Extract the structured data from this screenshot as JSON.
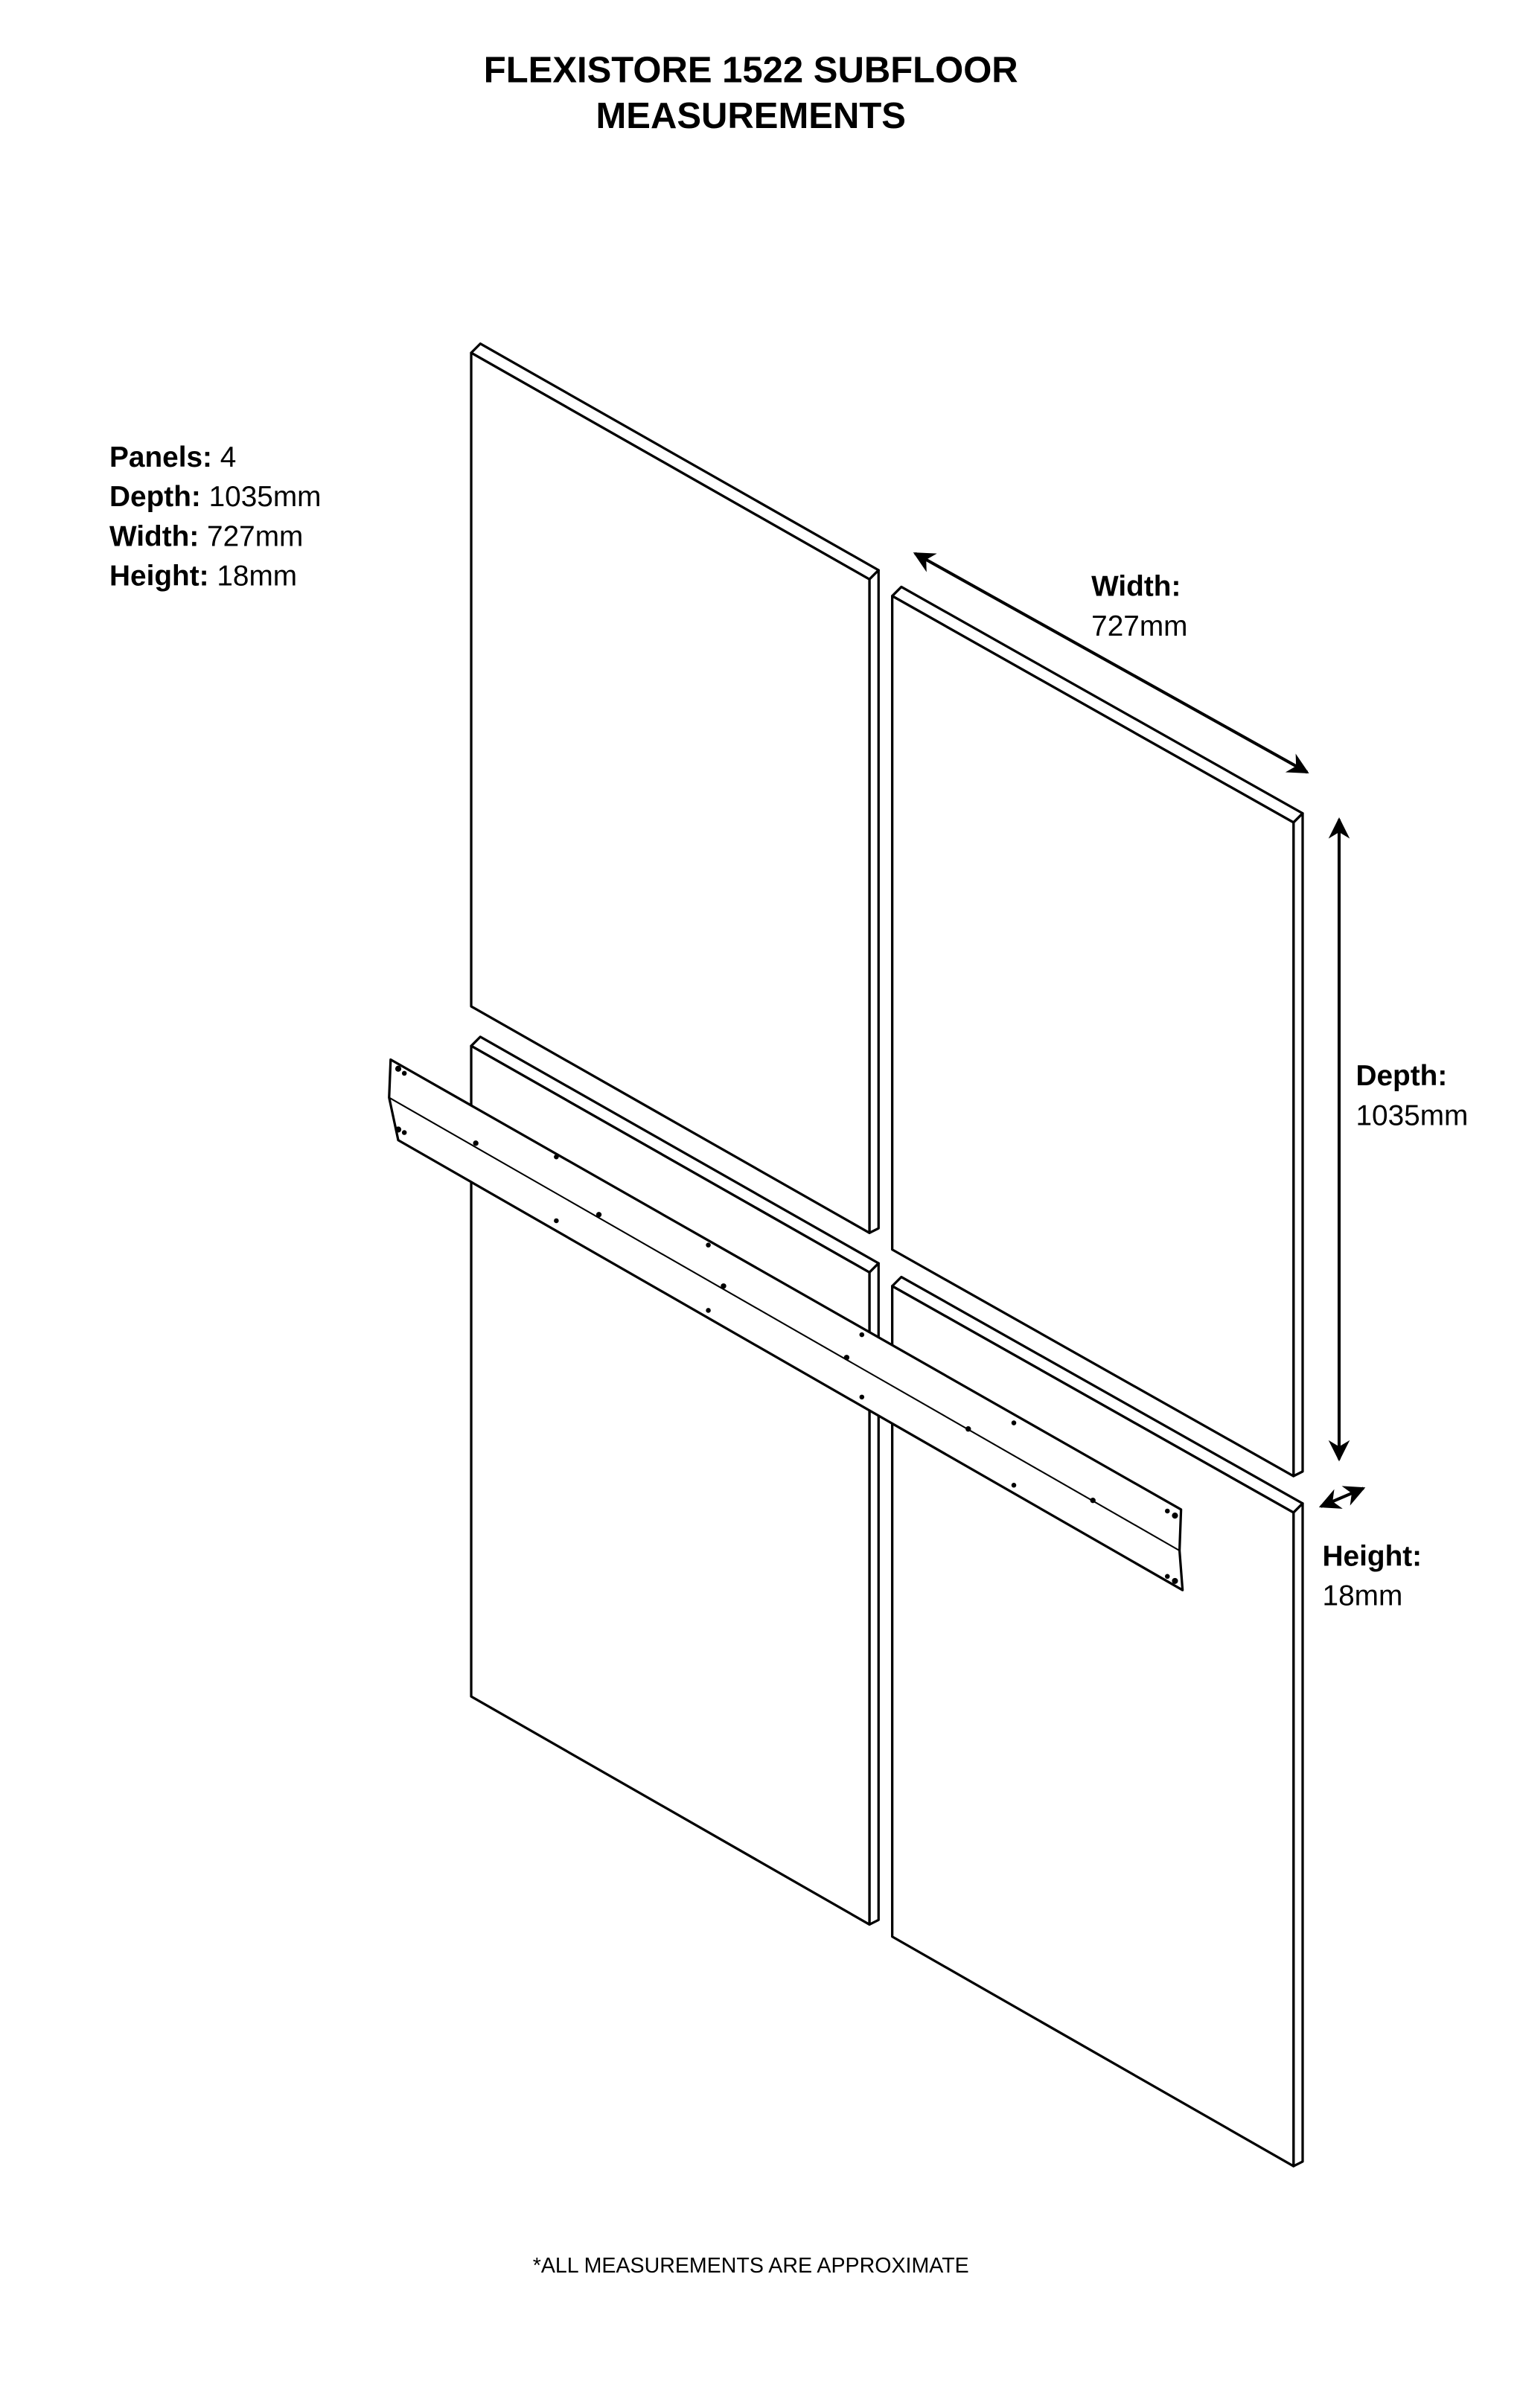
{
  "title": {
    "line1": "FLEXISTORE 1522 SUBFLOOR",
    "line2": "MEASUREMENTS"
  },
  "specs": [
    {
      "label": "Panels:",
      "value": " 4"
    },
    {
      "label": "Depth:",
      "value": " 1035mm"
    },
    {
      "label": "Width:",
      "value": " 727mm"
    },
    {
      "label": "Height:",
      "value": " 18mm"
    }
  ],
  "dimensions": {
    "width": {
      "label": "Width:",
      "value": "727mm"
    },
    "depth": {
      "label": "Depth:",
      "value": "1035mm"
    },
    "height": {
      "label": "Height:",
      "value": "18mm"
    }
  },
  "footer": "*ALL MEASUREMENTS ARE APPROXIMATE"
}
